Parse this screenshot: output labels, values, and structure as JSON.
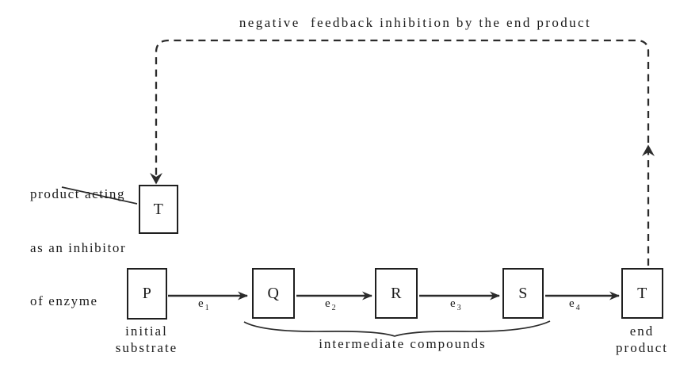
{
  "diagram": {
    "feedback_label": "negative  feedback inhibition by the end product",
    "inhibitor_note_lines": [
      "product acting",
      "as an inhibitor",
      "of enzyme"
    ],
    "nodes": {
      "inhibitor": "T",
      "p": "P",
      "q": "Q",
      "r": "R",
      "s": "S",
      "t": "T"
    },
    "enzymes": [
      {
        "base": "e",
        "sub": "1"
      },
      {
        "base": "e",
        "sub": "2"
      },
      {
        "base": "e",
        "sub": "3"
      },
      {
        "base": "e",
        "sub": "4"
      }
    ],
    "captions": {
      "initial_line1": "initial",
      "initial_line2": "substrate",
      "intermediate": "intermediate compounds",
      "end_line1": "end",
      "end_line2": "product"
    },
    "colors": {
      "line": "#2b2b2b",
      "text": "#1b1b1b",
      "background": "#ffffff"
    }
  }
}
